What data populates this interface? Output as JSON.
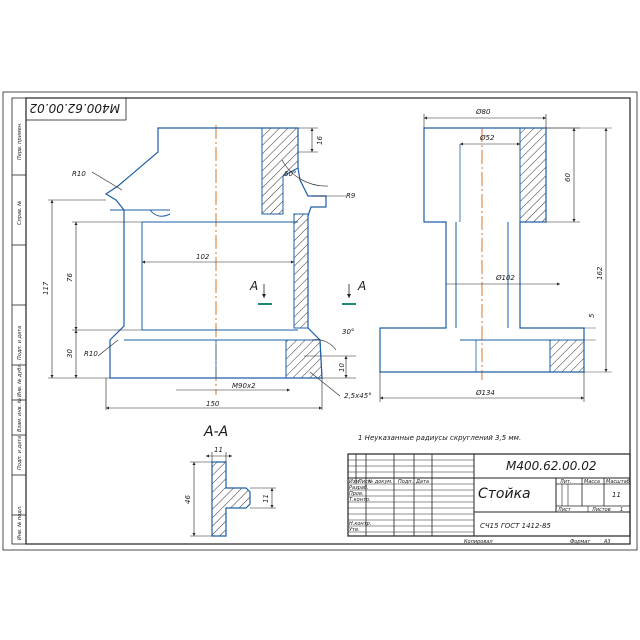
{
  "drawing": {
    "code": "М400.62.00.02",
    "code_rotated": "М400.62.00.02",
    "name": "Стойка",
    "material": "СЧ15 ГОСТ 1412-85",
    "mass": "",
    "scale": "11",
    "sheet": "Лист",
    "sheets_label": "Листов",
    "sheets_value": "1",
    "copied": "Копировал",
    "format_label": "Формат",
    "format_value": "А3"
  },
  "note": "1 Неуказанные радиусы скруглений 3,5 мм.",
  "section_title": "А-А",
  "section_marks": [
    "А",
    "А"
  ],
  "side_stamp": [
    "Перв. примен.",
    "Справ. №",
    "Подп. и дата",
    "Инв. № дубл.",
    "Взам. инв. №",
    "Подп. и дата",
    "Инв. № подл."
  ],
  "title_block": {
    "col_headers": [
      "Изм",
      "Лист",
      "№ докум.",
      "Подп.",
      "Дата"
    ],
    "row_labels": [
      "Разраб.",
      "Пров.",
      "Т.контр.",
      "",
      "Н.контр.",
      "Утв."
    ],
    "lit": "Лит.",
    "mass": "Масса",
    "scale": "Масштаб"
  },
  "dimensions": {
    "front": {
      "r10_top": "R10",
      "r9": "R9",
      "d16": "16",
      "a60": "60°",
      "d117": "117",
      "d76": "76",
      "d102": "102",
      "d30": "30",
      "r10_bot": "R10",
      "a30": "30°",
      "d10": "10",
      "thread": "М90х2",
      "chamfer": "2,5х45°",
      "d150": "150"
    },
    "side": {
      "d80": "Ø80",
      "d52": "Ø52",
      "d60": "60",
      "d102": "Ø102",
      "d162": "162",
      "d5": "5",
      "d134": "Ø134"
    },
    "section": {
      "d11_top": "11",
      "d46": "46",
      "d11_right": "11"
    }
  },
  "colors": {
    "outline": "#1d5fa8",
    "line": "#222222",
    "axis": "#d9752a",
    "hatch": "#333333",
    "cut_mark": "#1c8a7a"
  }
}
